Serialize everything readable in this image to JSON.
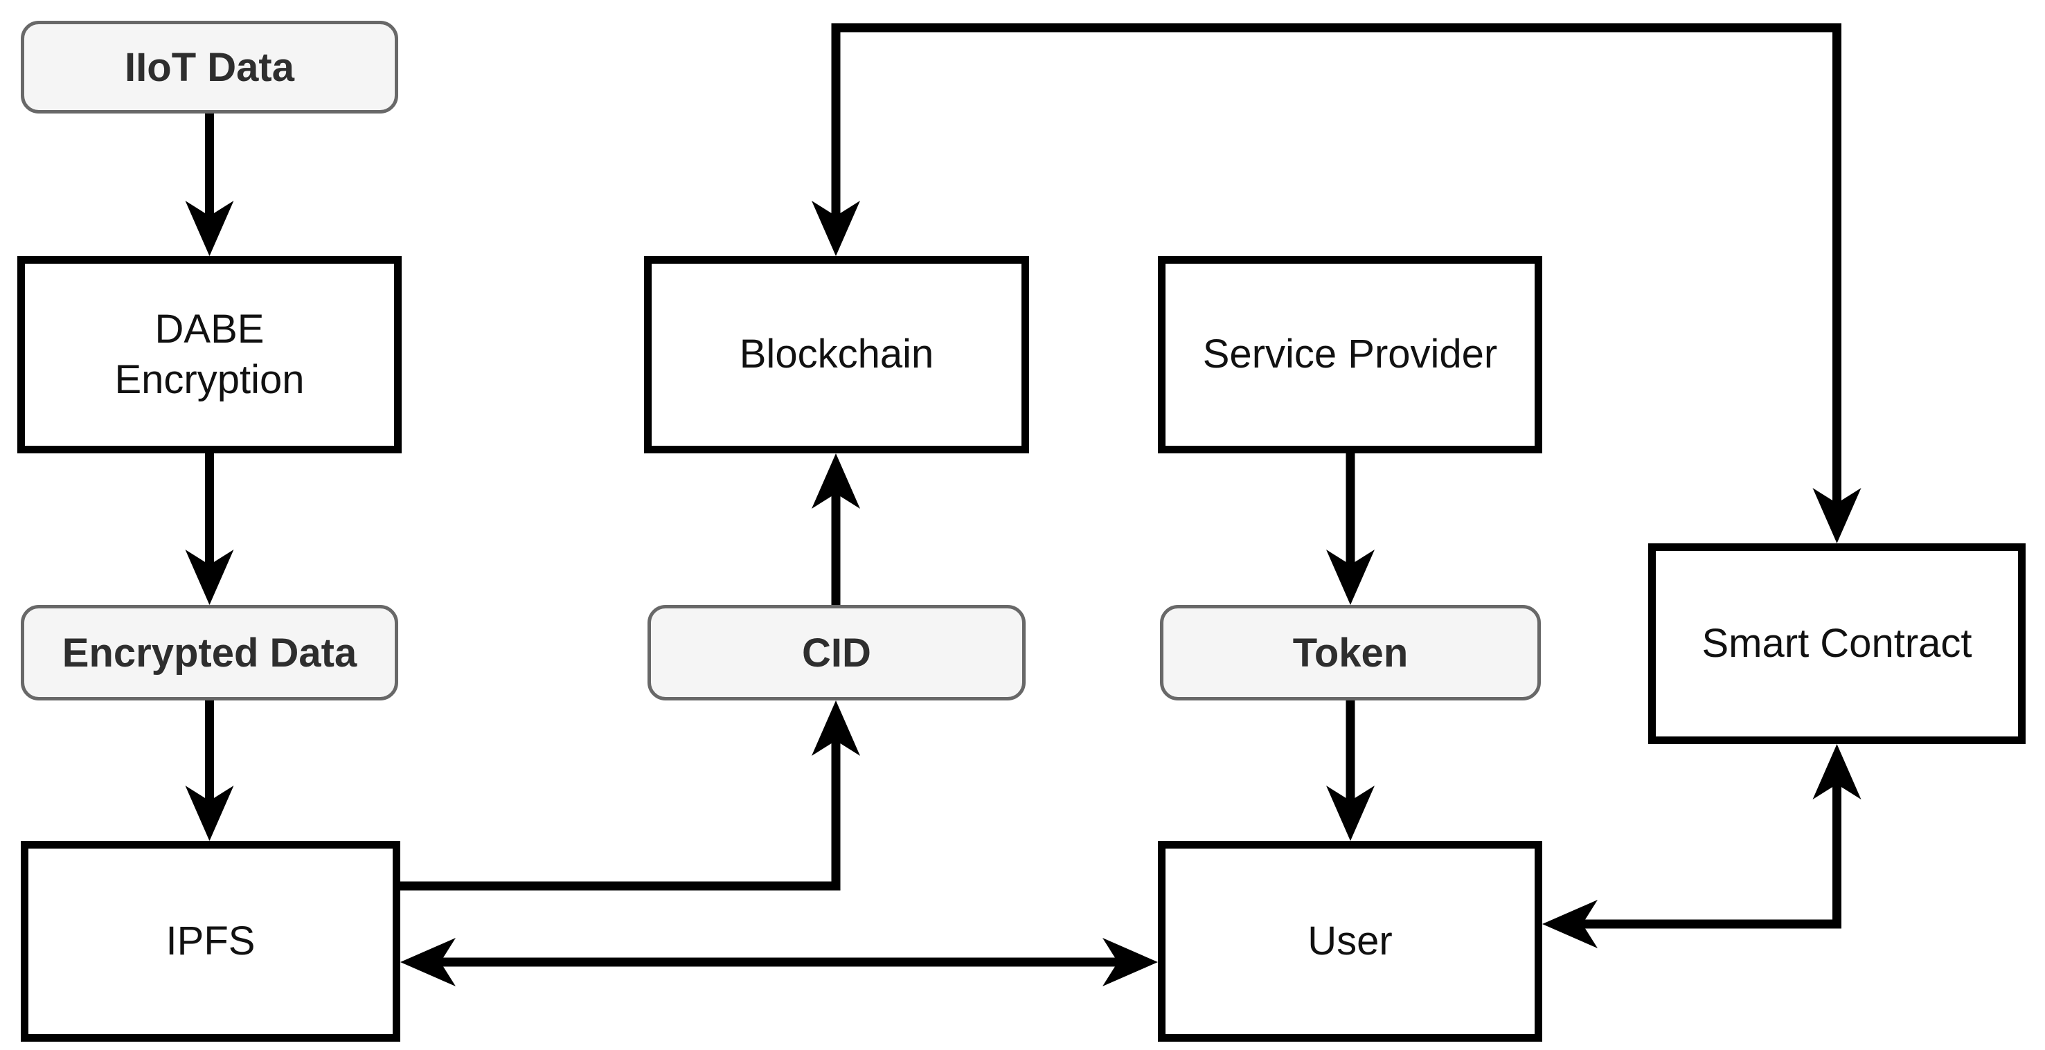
{
  "diagram": {
    "type": "flowchart",
    "nodes": {
      "iiot": {
        "label": "IIoT Data",
        "shape": "rounded-label"
      },
      "dabe": {
        "label": "DABE Encryption",
        "shape": "rectangle"
      },
      "encrypted": {
        "label": "Encrypted Data",
        "shape": "rounded-label"
      },
      "ipfs": {
        "label": "IPFS",
        "shape": "rectangle"
      },
      "blockchain": {
        "label": "Blockchain",
        "shape": "rectangle"
      },
      "cid": {
        "label": "CID",
        "shape": "rounded-label"
      },
      "service_provider": {
        "label": "Service Provider",
        "shape": "rectangle"
      },
      "token": {
        "label": "Token",
        "shape": "rounded-label"
      },
      "user": {
        "label": "User",
        "shape": "rectangle"
      },
      "smart_contract": {
        "label": "Smart Contract",
        "shape": "rectangle"
      }
    },
    "edges": [
      {
        "from": "IIoT Data",
        "to": "DABE Encryption",
        "direction": "one-way"
      },
      {
        "from": "DABE Encryption",
        "to": "Encrypted Data",
        "direction": "one-way"
      },
      {
        "from": "Encrypted Data",
        "to": "IPFS",
        "direction": "one-way"
      },
      {
        "from": "IPFS",
        "to": "CID",
        "direction": "one-way"
      },
      {
        "from": "CID",
        "to": "Blockchain",
        "direction": "one-way"
      },
      {
        "from": "Blockchain",
        "to": "Smart Contract",
        "direction": "two-way"
      },
      {
        "from": "Service Provider",
        "to": "Token",
        "direction": "one-way"
      },
      {
        "from": "Token",
        "to": "User",
        "direction": "one-way"
      },
      {
        "from": "IPFS",
        "to": "User",
        "direction": "two-way"
      },
      {
        "from": "User",
        "to": "Smart Contract",
        "direction": "two-way"
      }
    ]
  },
  "colors": {
    "canvas-bg": "#ffffff",
    "rect-border": "#000000",
    "rect-fill": "#ffffff",
    "rect-text": "#111111",
    "label-fill": "#f5f5f5",
    "label-border": "#686868",
    "label-text": "#2e2e2e",
    "edge": "#000000"
  }
}
